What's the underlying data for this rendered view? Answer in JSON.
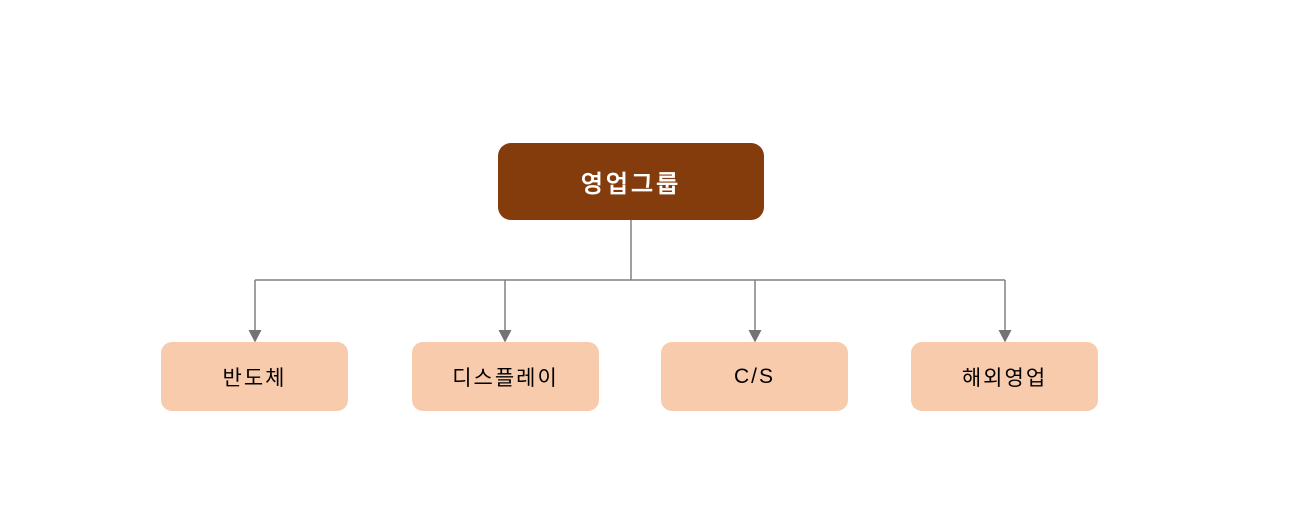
{
  "diagram": {
    "type": "org-chart",
    "root": {
      "label": "영업그룹"
    },
    "children": [
      {
        "label": "반도체"
      },
      {
        "label": "디스플레이"
      },
      {
        "label": "C/S"
      },
      {
        "label": "해외영업"
      }
    ]
  },
  "colors": {
    "background": "#FFFFFF",
    "root_fill": "#843C0C",
    "root_text": "#FFFFFF",
    "child_fill": "#F8CBAD",
    "child_text": "#000000",
    "connector": "#808080",
    "arrowhead": "#737373"
  }
}
